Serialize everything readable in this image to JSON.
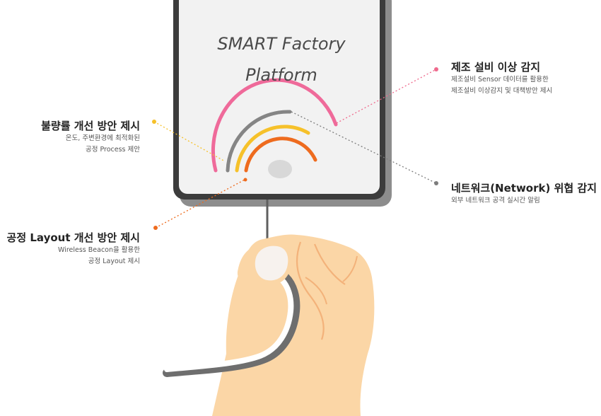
{
  "device": {
    "title_line1": "SMART Factory",
    "title_line2": "Platform"
  },
  "labels": {
    "defect": {
      "title": "불량률 개선 방안 제시",
      "line1": "온도, 주변환경에 최적화된",
      "line2": "공정 Process 제안",
      "dot_color": "#f6c12a"
    },
    "layout": {
      "title": "공정 Layout 개선 방안 제시",
      "line1": "Wireless Beacon을 활용한",
      "line2": "공정 Layout 제시",
      "dot_color": "#ee6b1e"
    },
    "anomaly": {
      "title": "제조 설비 이상 감지",
      "line1": "제조설비 Sensor 데이터를 활용한",
      "line2": "제조설비 이상감지 및 대책방안 제시",
      "dot_color": "#ef6a8d"
    },
    "network": {
      "title": "네트워크(Network) 위협 감지",
      "line1": "외부 네트워크 공격 실시간 알림",
      "dot_color": "#7d7d7d"
    }
  },
  "colors": {
    "arc_pink": "#ef6a9a",
    "arc_gray": "#858585",
    "arc_yellow": "#f6c12a",
    "arc_orange": "#ee6b1e",
    "device_body": "#f2f2f2",
    "device_frame": "#3c3c3c",
    "skin": "#fbd6a6"
  }
}
